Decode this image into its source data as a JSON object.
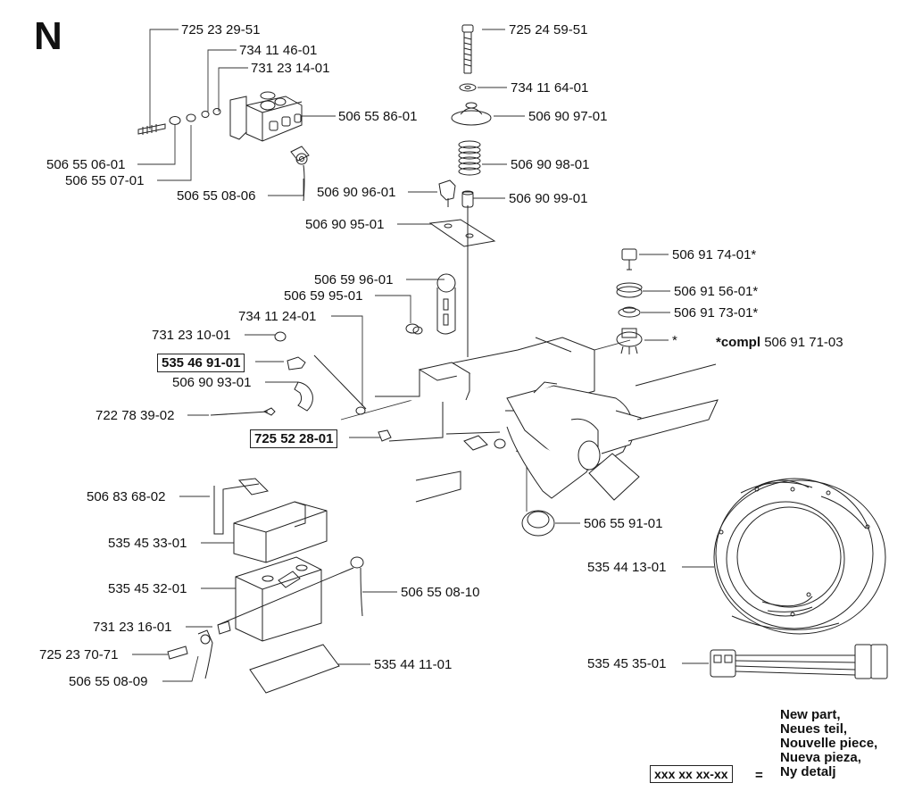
{
  "section_letter": "N",
  "parts": [
    {
      "id": "p1",
      "label": "725 23 29-51"
    },
    {
      "id": "p2",
      "label": "734 11 46-01"
    },
    {
      "id": "p3",
      "label": "731 23 14-01"
    },
    {
      "id": "p4",
      "label": "506 55 86-01"
    },
    {
      "id": "p5",
      "label": "506 55 06-01"
    },
    {
      "id": "p6",
      "label": "506 55 07-01"
    },
    {
      "id": "p7",
      "label": "506 55 08-06"
    },
    {
      "id": "p8",
      "label": "725 24 59-51"
    },
    {
      "id": "p9",
      "label": "734 11 64-01"
    },
    {
      "id": "p10",
      "label": "506 90 97-01"
    },
    {
      "id": "p11",
      "label": "506 90 98-01"
    },
    {
      "id": "p12",
      "label": "506 90 96-01"
    },
    {
      "id": "p13",
      "label": "506 90 99-01"
    },
    {
      "id": "p14",
      "label": "506 90 95-01"
    },
    {
      "id": "p15",
      "label": "506 91 74-01*"
    },
    {
      "id": "p16",
      "label": "506 91 56-01*"
    },
    {
      "id": "p17",
      "label": "506 91 73-01*"
    },
    {
      "id": "p18",
      "label": "*"
    },
    {
      "id": "p19",
      "label": "506 59 96-01"
    },
    {
      "id": "p20",
      "label": "506 59 95-01"
    },
    {
      "id": "p21",
      "label": "734 11 24-01"
    },
    {
      "id": "p22",
      "label": "731 23 10-01"
    },
    {
      "id": "p23",
      "label": "535 46 91-01",
      "new": true
    },
    {
      "id": "p24",
      "label": "506 90 93-01"
    },
    {
      "id": "p25",
      "label": "722 78 39-02"
    },
    {
      "id": "p26",
      "label": "725 52 28-01",
      "new": true
    },
    {
      "id": "p27",
      "label": "506 83 68-02"
    },
    {
      "id": "p28",
      "label": "535 45 33-01"
    },
    {
      "id": "p29",
      "label": "535 45 32-01"
    },
    {
      "id": "p30",
      "label": "506 55 08-10"
    },
    {
      "id": "p31",
      "label": "731 23 16-01"
    },
    {
      "id": "p32",
      "label": "725 23 70-71"
    },
    {
      "id": "p33",
      "label": "506 55 08-09"
    },
    {
      "id": "p34",
      "label": "535 44 11-01"
    },
    {
      "id": "p35",
      "label": "506 55 91-01"
    },
    {
      "id": "p36",
      "label": "535 44 13-01"
    },
    {
      "id": "p37",
      "label": "535 45 35-01"
    }
  ],
  "compl": {
    "prefix": "*compl",
    "number": "506 91 71-03"
  },
  "legend": {
    "lines": [
      "New part,",
      "Neues teil,",
      "Nouvelle piece,",
      "Nueva pieza,",
      "Ny detalj"
    ],
    "code": "xxx xx xx-xx",
    "equals": "="
  }
}
